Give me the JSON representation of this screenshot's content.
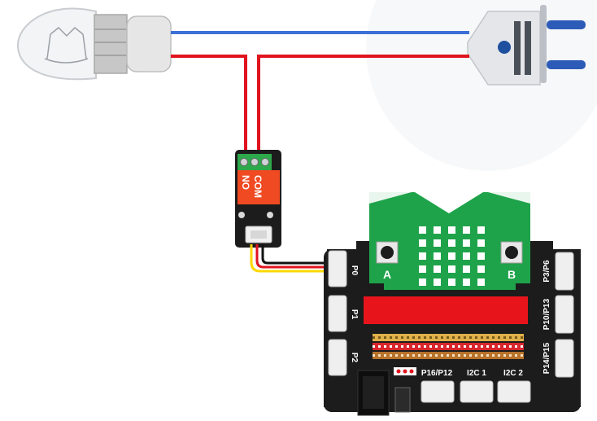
{
  "relay": {
    "label_com": "COM",
    "label_no": "NO"
  },
  "board": {
    "button_a": "A",
    "button_b": "B",
    "ports_left": [
      "P0",
      "P1",
      "P2"
    ],
    "ports_right": [
      "P3/P6",
      "P10/P13",
      "P14/P15"
    ],
    "ports_bottom": [
      "P16/P12",
      "I2C 1",
      "I2C 2"
    ]
  },
  "wires": {
    "neutral_color": "#3d6fd6",
    "live_color": "#e0141e",
    "signal_colors": [
      "#ffd800",
      "#e0141e",
      "#111111"
    ]
  },
  "components": {
    "lamp_icon": "light-bulb-icon",
    "plug_icon": "power-plug-icon",
    "relay_icon": "relay-module",
    "controller_icon": "microbit-expansion-board"
  }
}
